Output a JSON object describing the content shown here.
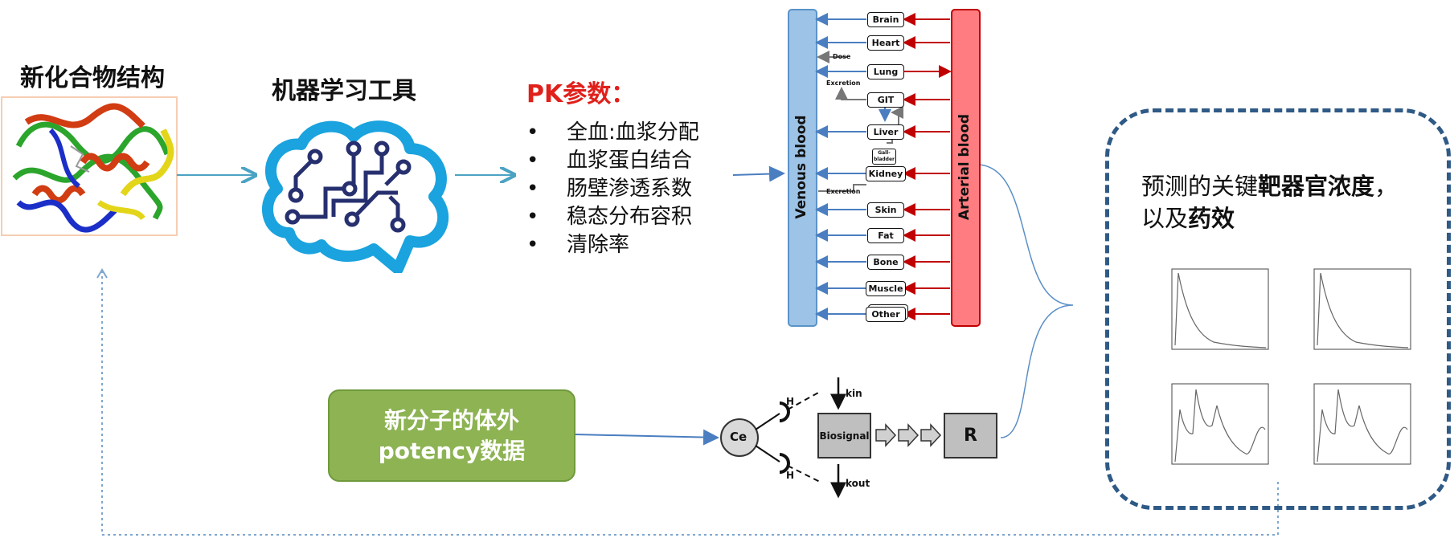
{
  "titles": {
    "structure": "新化合物结构",
    "ml_tool": "机器学习工具"
  },
  "pk": {
    "title": "PK参数：",
    "items": [
      "全血:血浆分配",
      "血浆蛋白结合",
      "肠壁渗透系数",
      "稳态分布容积",
      "清除率"
    ]
  },
  "pbpk": {
    "venous_label": "Venous blood",
    "arterial_label": "Arterial blood",
    "organs": [
      "Brain",
      "Heart",
      "Lung",
      "GIT",
      "Liver",
      "Kidney",
      "Skin",
      "Fat",
      "Bone",
      "Muscle",
      "Other"
    ],
    "dose_label": "Dose",
    "excretion_label": "Excretion",
    "gallbladder_label": "Gall-bladder",
    "colors": {
      "venous": "#9dc3e6",
      "arterial": "#ff7c80",
      "venous_arrow": "#4a7ec0",
      "arterial_arrow": "#c00000"
    }
  },
  "pd": {
    "ce_label": "Ce",
    "h_label": "H",
    "kin_label": "kin",
    "kout_label": "kout",
    "biosignal_label": "Biosignal",
    "response_label": "R"
  },
  "in_vitro": {
    "line1": "新分子的体外",
    "line2": "potency数据",
    "color": "#8db353"
  },
  "result": {
    "line1_normal": "预测的关键",
    "line1_bold": "靶器官浓度",
    "line1_tail": "，",
    "line2_normal": "以及",
    "line2_bold": "药效"
  }
}
